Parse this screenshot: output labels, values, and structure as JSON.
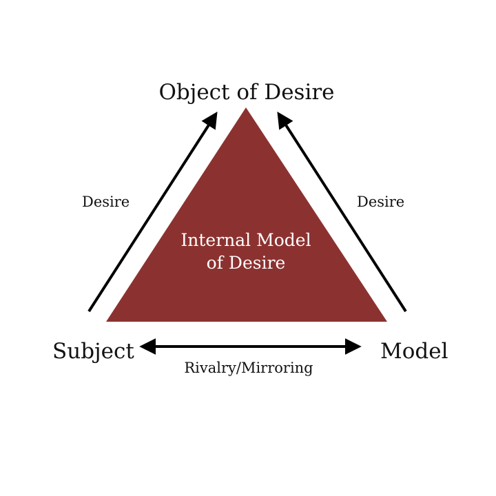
{
  "diagram": {
    "nodes": {
      "top": "Object of Desire",
      "left": "Subject",
      "right": "Model"
    },
    "center": {
      "line1": "Internal Model",
      "line2": "of Desire"
    },
    "edges": {
      "left": "Desire",
      "right": "Desire",
      "bottom": "Rivalry/Mirroring"
    },
    "colors": {
      "triangle_fill": "#8b3230",
      "arrow": "#000000",
      "text": "#111111",
      "center_text": "#ffffff",
      "background": "#ffffff"
    }
  }
}
